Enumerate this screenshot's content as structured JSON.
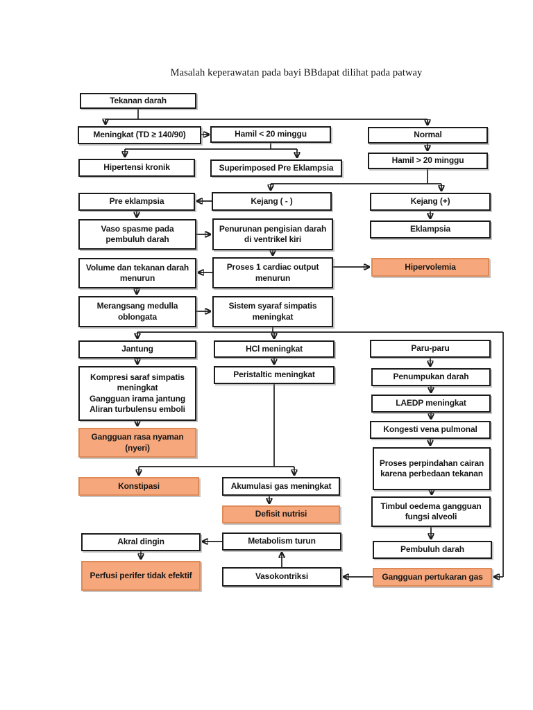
{
  "title": "Masalah keperawatan pada bayi BBdapat dilihat pada patway",
  "colors": {
    "highlight_fill": "#F6A77C",
    "highlight_border": "#DE8A57",
    "box_border": "#1b1b1b",
    "line": "#1b1b1b"
  },
  "nodes": {
    "tekanan_darah": "Tekanan darah",
    "meningkat": "Meningkat (TD ≥ 140/90)",
    "hamil_kurang_20": "Hamil < 20 minggu",
    "normal": "Normal",
    "hipertensi_kronik": "Hipertensi kronik",
    "superimposed": "Superimposed Pre Eklampsia",
    "hamil_lebih_20": "Hamil > 20 minggu",
    "pre_eklampsia": "Pre eklampsia",
    "kejang_negatif": "Kejang ( - )",
    "kejang_positif": "Kejang (+)",
    "vaso_spasme": "Vaso spasme pada pembuluh darah",
    "penurunan_pengisian": "Penurunan pengisian darah di ventrikel kiri",
    "eklampsia": "Eklampsia",
    "volume_tekanan": "Volume dan tekanan darah menurun",
    "proses_cardiac": "Proses 1 cardiac output menurun",
    "hipervolemia": "Hipervolemia",
    "merangsang_medulla": "Merangsang medulla oblongata",
    "sistem_syaraf": "Sistem syaraf simpatis meningkat",
    "jantung": "Jantung",
    "hcl_meningkat": "HCl meningkat",
    "paru_paru": "Paru-paru",
    "kompresi_lines": [
      "Kompresi saraf simpatis meningkat",
      "Gangguan irama jantung",
      "Aliran turbulensu emboli"
    ],
    "peristaltic": "Peristaltic meningkat",
    "penumpukan_darah": "Penumpukan darah",
    "laedp": "LAEDP meningkat",
    "kongesti": "Kongesti vena pulmonal",
    "gangguan_rasa_nyaman": "Gangguan rasa nyaman (nyeri)",
    "proses_perpindahan": "Proses perpindahan cairan karena perbedaan tekanan",
    "konstipasi": "Konstipasi",
    "akumulasi_gas": "Akumulasi gas meningkat",
    "defisit_nutrisi": "Defisit nutrisi",
    "timbul_oedema": "Timbul oedema gangguan fungsi alveoli",
    "akral_dingin": "Akral dingin",
    "metabolism_turun": "Metabolism turun",
    "pembuluh_darah": "Pembuluh darah",
    "perfusi_perifer": "Perfusi perifer tidak efektif",
    "vasokontriksi": "Vasokontriksi",
    "gangguan_pertukaran_gas": "Gangguan pertukaran gas"
  }
}
